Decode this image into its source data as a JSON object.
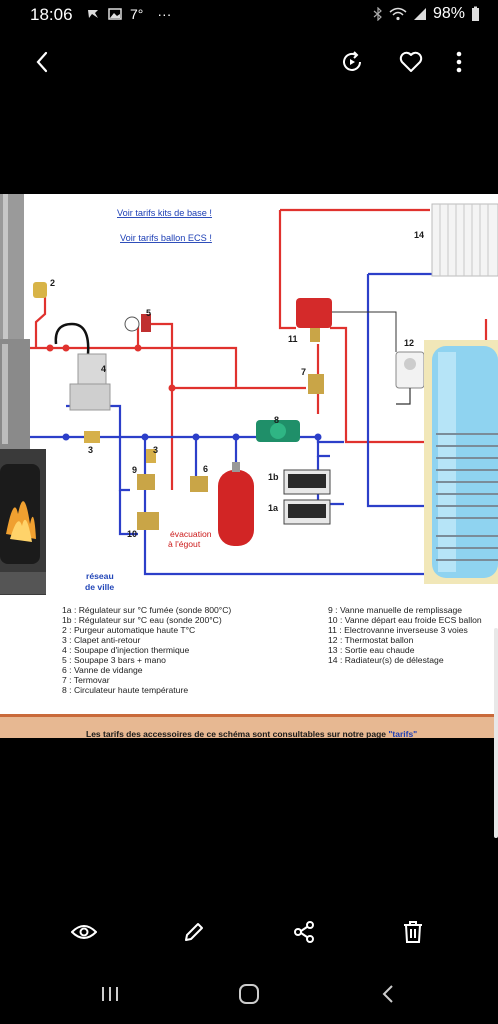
{
  "status_bar": {
    "time": "18:06",
    "temperature": "7°",
    "more": "···",
    "battery": "98%"
  },
  "top_bar": {
    "back_icon": "back-arrow-icon",
    "actions": [
      "remaster-icon",
      "heart-icon",
      "more-vert-icon"
    ]
  },
  "image": {
    "links": [
      "Voir tarifs kits de base !",
      "Voir tarifs ballon ECS !"
    ],
    "numbers": {
      "n2": "2",
      "n5": "5",
      "n4": "4",
      "n3a": "3",
      "n3b": "3",
      "n9": "9",
      "n6": "6",
      "n10": "10",
      "n11": "11",
      "n7": "7",
      "n8": "8",
      "n1b": "1b",
      "n1a": "1a",
      "n12": "12",
      "n14": "14"
    },
    "evacuation": [
      "évacuation",
      "à l'égout"
    ],
    "reseau": [
      "réseau",
      "de ville"
    ],
    "legend_left": [
      "1a : Régulateur sur °C fumée (sonde 800°C)",
      "1b : Régulateur sur °C eau (sonde 200°C)",
      "2 : Purgeur automatique haute T°C",
      "3 : Clapet anti-retour",
      "4 : Soupape d'injection thermique",
      "5 : Soupape 3 bars + mano",
      "6 : Vanne de vidange",
      "7 : Termovar",
      "8 : Circulateur haute température"
    ],
    "legend_right": [
      "9 : Vanne manuelle de remplissage",
      "10 : Vanne départ eau froide ECS ballon",
      "11 : Electrovanne inverseuse 3 voies",
      "12 : Thermostat ballon",
      "13 : Sortie eau chaude",
      "14 : Radiateur(s) de délestage"
    ],
    "footer": [
      "Les tarifs des accessoires de ce schéma sont consultables sur notre page ",
      "\"tarifs\""
    ]
  },
  "bottom_bar": {
    "actions": [
      "eye-icon",
      "pencil-icon",
      "share-icon",
      "trash-icon"
    ]
  },
  "nav_bar": {
    "buttons": [
      "recents-icon",
      "home-icon",
      "back-icon"
    ]
  },
  "colors": {
    "red_pipe": "#e0322e",
    "blue_pipe": "#2c3fc9",
    "tank": "#8fd3f0",
    "link": "#1d3fb5"
  }
}
